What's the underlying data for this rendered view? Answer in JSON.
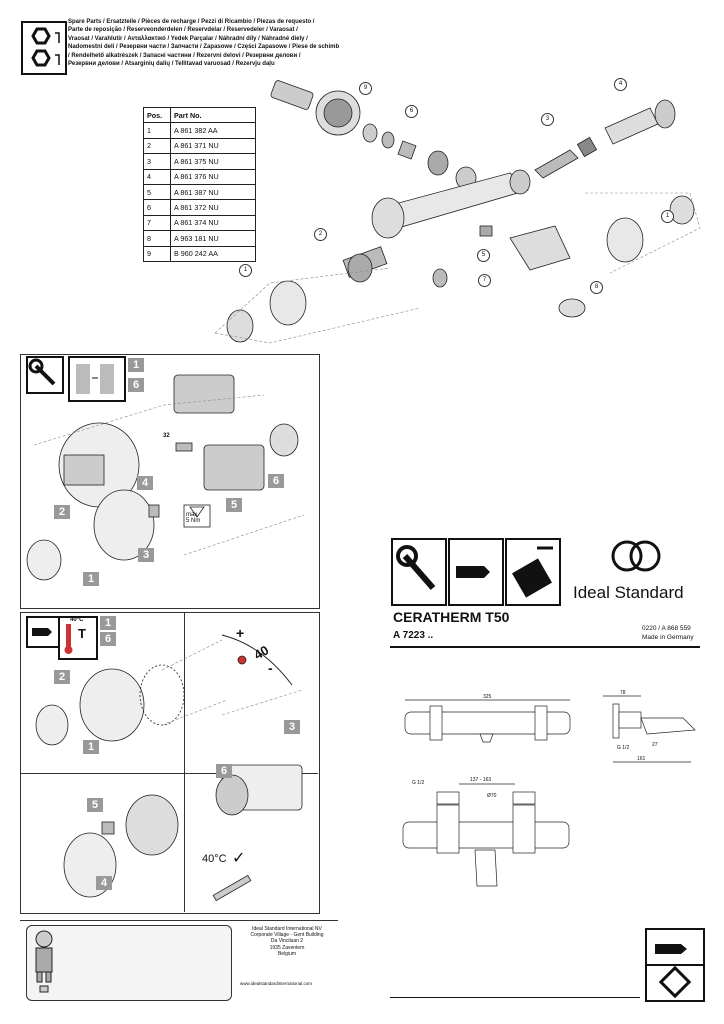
{
  "header": {
    "languages": [
      "Spare Parts / Ersatzteile / Pièces de recharge / Pezzi di Ricambio / Piezas de requesto /",
      "Parte de reposição / Reserveonderdelen / Reservdelar / Reservedeler / Varaosat /",
      "Vraosat / Varahlutir / Ανταλλακτικό / Yedek Parçalar / Náhradní díly / Náhradné diely /",
      "Nadomestni deli / Резервни части / Запчасти / Zapasowe / Części Zapasowe / Piese de schimb",
      "/ Rendelhető alkatrészek / Запасні частини / Rezervni delovi / Резервни делови /",
      "Резервни делови / Atsarginių dalių / Tellitavad varuosad / Rezervju daļu"
    ]
  },
  "parts_table": {
    "headers": [
      "Pos.",
      "Part No."
    ],
    "rows": [
      [
        "1",
        "A 861 382 AA"
      ],
      [
        "2",
        "A 861 371 NU"
      ],
      [
        "3",
        "A 861 375 NU"
      ],
      [
        "4",
        "A 861 376 NU"
      ],
      [
        "5",
        "A 861 387 NU"
      ],
      [
        "6",
        "A 861 372 NU"
      ],
      [
        "7",
        "A 861 374 NU"
      ],
      [
        "8",
        "A 963 181 NU"
      ],
      [
        "9",
        "B 960 242 AA"
      ]
    ]
  },
  "exploded": {
    "callouts": [
      "9",
      "6",
      "4",
      "3",
      "1",
      "2",
      "5",
      "7",
      "8",
      "1"
    ]
  },
  "panel_maint": {
    "range_top": "1",
    "range_bottom": "6",
    "wrench_size": "32",
    "torque": "max.\n5 Nm",
    "steps": [
      "1",
      "2",
      "3",
      "4",
      "5",
      "6"
    ]
  },
  "panel_temp": {
    "range_top": "1",
    "range_bottom": "6",
    "thermo_label": "40°C",
    "thermo_letter": "T",
    "scale_plus": "+",
    "scale_minus": "-",
    "scale_value": "40",
    "check_label": "40°C",
    "steps": [
      "1",
      "2",
      "3",
      "4",
      "5",
      "6"
    ]
  },
  "brand": {
    "name": "Ideal Standard",
    "product": "CERATHERM T50",
    "model": "A 7223 ..",
    "doc_no": "0220 / A 868 559",
    "made_in": "Made in Germany"
  },
  "dims": {
    "width": "325",
    "depth": "78",
    "offset": "27",
    "reach": "161",
    "thread_side": "G 1/2",
    "thread_front": "G 1/2",
    "centers": "137 - 163",
    "bore": "Ø70"
  },
  "footer": {
    "address": [
      "Ideal Standard International NV",
      "Corporate Village - Gent Building",
      "Da Vincilaan 2",
      "1935 Zaventem",
      "Belgium"
    ],
    "website": "www.idealstandardinternational.com"
  },
  "colors": {
    "ink": "#111111",
    "step_grey": "#999999",
    "dashed_grey": "#888888"
  }
}
